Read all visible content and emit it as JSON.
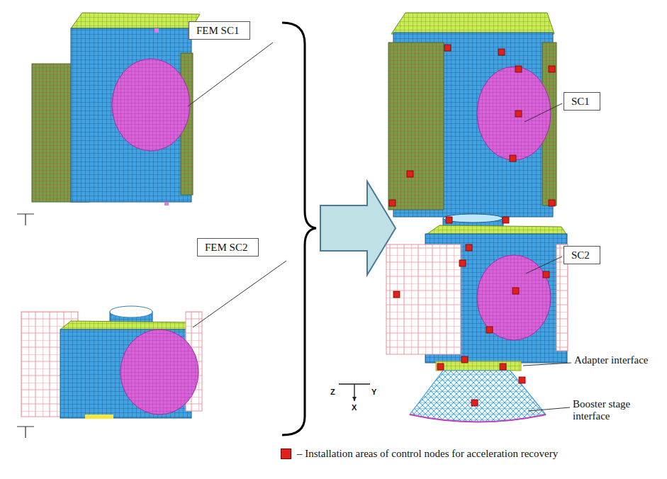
{
  "diagram": {
    "nodes": [
      {
        "text": [
          "FEM SC1"
        ]
      },
      {
        "text": [
          "SC1"
        ]
      },
      {
        "text": [
          "FEM SC2"
        ]
      },
      {
        "text": [
          "SC2"
        ]
      }
    ],
    "labels": [
      "Adapter interface",
      "Booster stage interface",
      "Z",
      "Y",
      "X"
    ],
    "legend": [
      {
        "text": "– Installation areas of control nodes for acceleration recovery",
        "color": "#e0201b"
      }
    ]
  }
}
